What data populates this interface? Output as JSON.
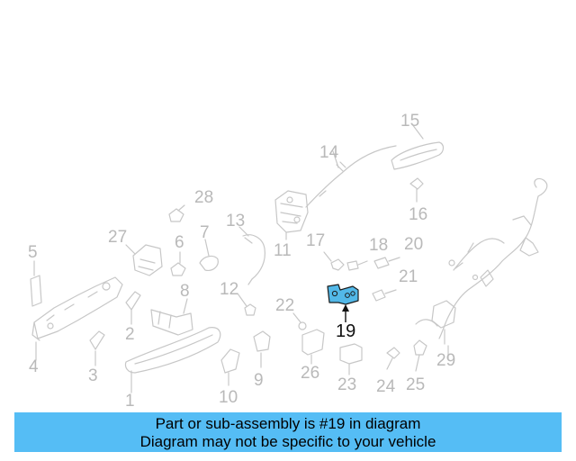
{
  "diagram": {
    "callouts": [
      "1",
      "2",
      "3",
      "4",
      "5",
      "6",
      "7",
      "8",
      "9",
      "10",
      "11",
      "12",
      "13",
      "14",
      "15",
      "16",
      "17",
      "18",
      "19",
      "20",
      "21",
      "22",
      "23",
      "24",
      "25",
      "26",
      "27",
      "28",
      "29"
    ],
    "highlighted_part": "19",
    "colors": {
      "parts": "#c7c7c7",
      "labels": "#b9b9b9",
      "highlight": "#52b8e8",
      "banner": "#55bdf5"
    }
  },
  "banner": {
    "line1": "Part or sub-assembly is #19 in diagram",
    "line2": "Diagram may not be specific to your vehicle"
  }
}
